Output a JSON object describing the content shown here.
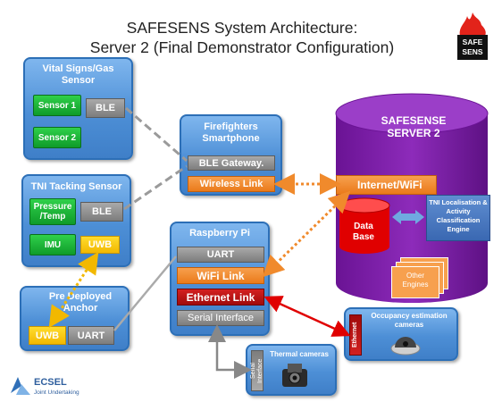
{
  "title": {
    "line1": "SAFESENS System Architecture:",
    "line2": "Server 2 (Final Demonstrator Configuration)"
  },
  "logo": {
    "line1": "SAFE",
    "line2": "SENS"
  },
  "vital": {
    "title": "Vital Signs/Gas Sensor",
    "sensor1": "Sensor 1",
    "sensor2": "Sensor 2",
    "ble": "BLE"
  },
  "tni": {
    "title": "TNI Tacking Sensor",
    "pressure": "Pressure /Temp",
    "ble": "BLE",
    "imu": "IMU",
    "uwb": "UWB"
  },
  "anchor": {
    "title": "Pre Deployed Anchor",
    "uwb": "UWB",
    "uart": "UART"
  },
  "smartphone": {
    "title": "Firefighters Smartphone",
    "gateway": "BLE Gateway.",
    "wireless": "Wireless Link"
  },
  "raspberry": {
    "title": "Raspberry Pi",
    "uart": "UART",
    "wifi": "WiFi Link",
    "ethernet": "Ethernet Link",
    "serial": "Serial Interface"
  },
  "server": {
    "title": "SAFESENSE SERVER 2",
    "internet": "Internet/WiFi",
    "database": "Data Base",
    "engine": "TNI Localisation & Activity Classification Engine",
    "other": "Other Engines"
  },
  "occupancy": {
    "title": "Occupancy estimation cameras",
    "side": "Ethernet"
  },
  "thermal": {
    "title": "Thermal cameras",
    "side": "Serial Interface"
  },
  "ecsel": {
    "name": "ECSEL",
    "sub": "Joint Undertaking"
  },
  "colors": {
    "panel": "#4d8fd6",
    "orange": "#f08a2c",
    "server": "#7a1fa2",
    "red": "#c41616",
    "green": "#17b036"
  }
}
